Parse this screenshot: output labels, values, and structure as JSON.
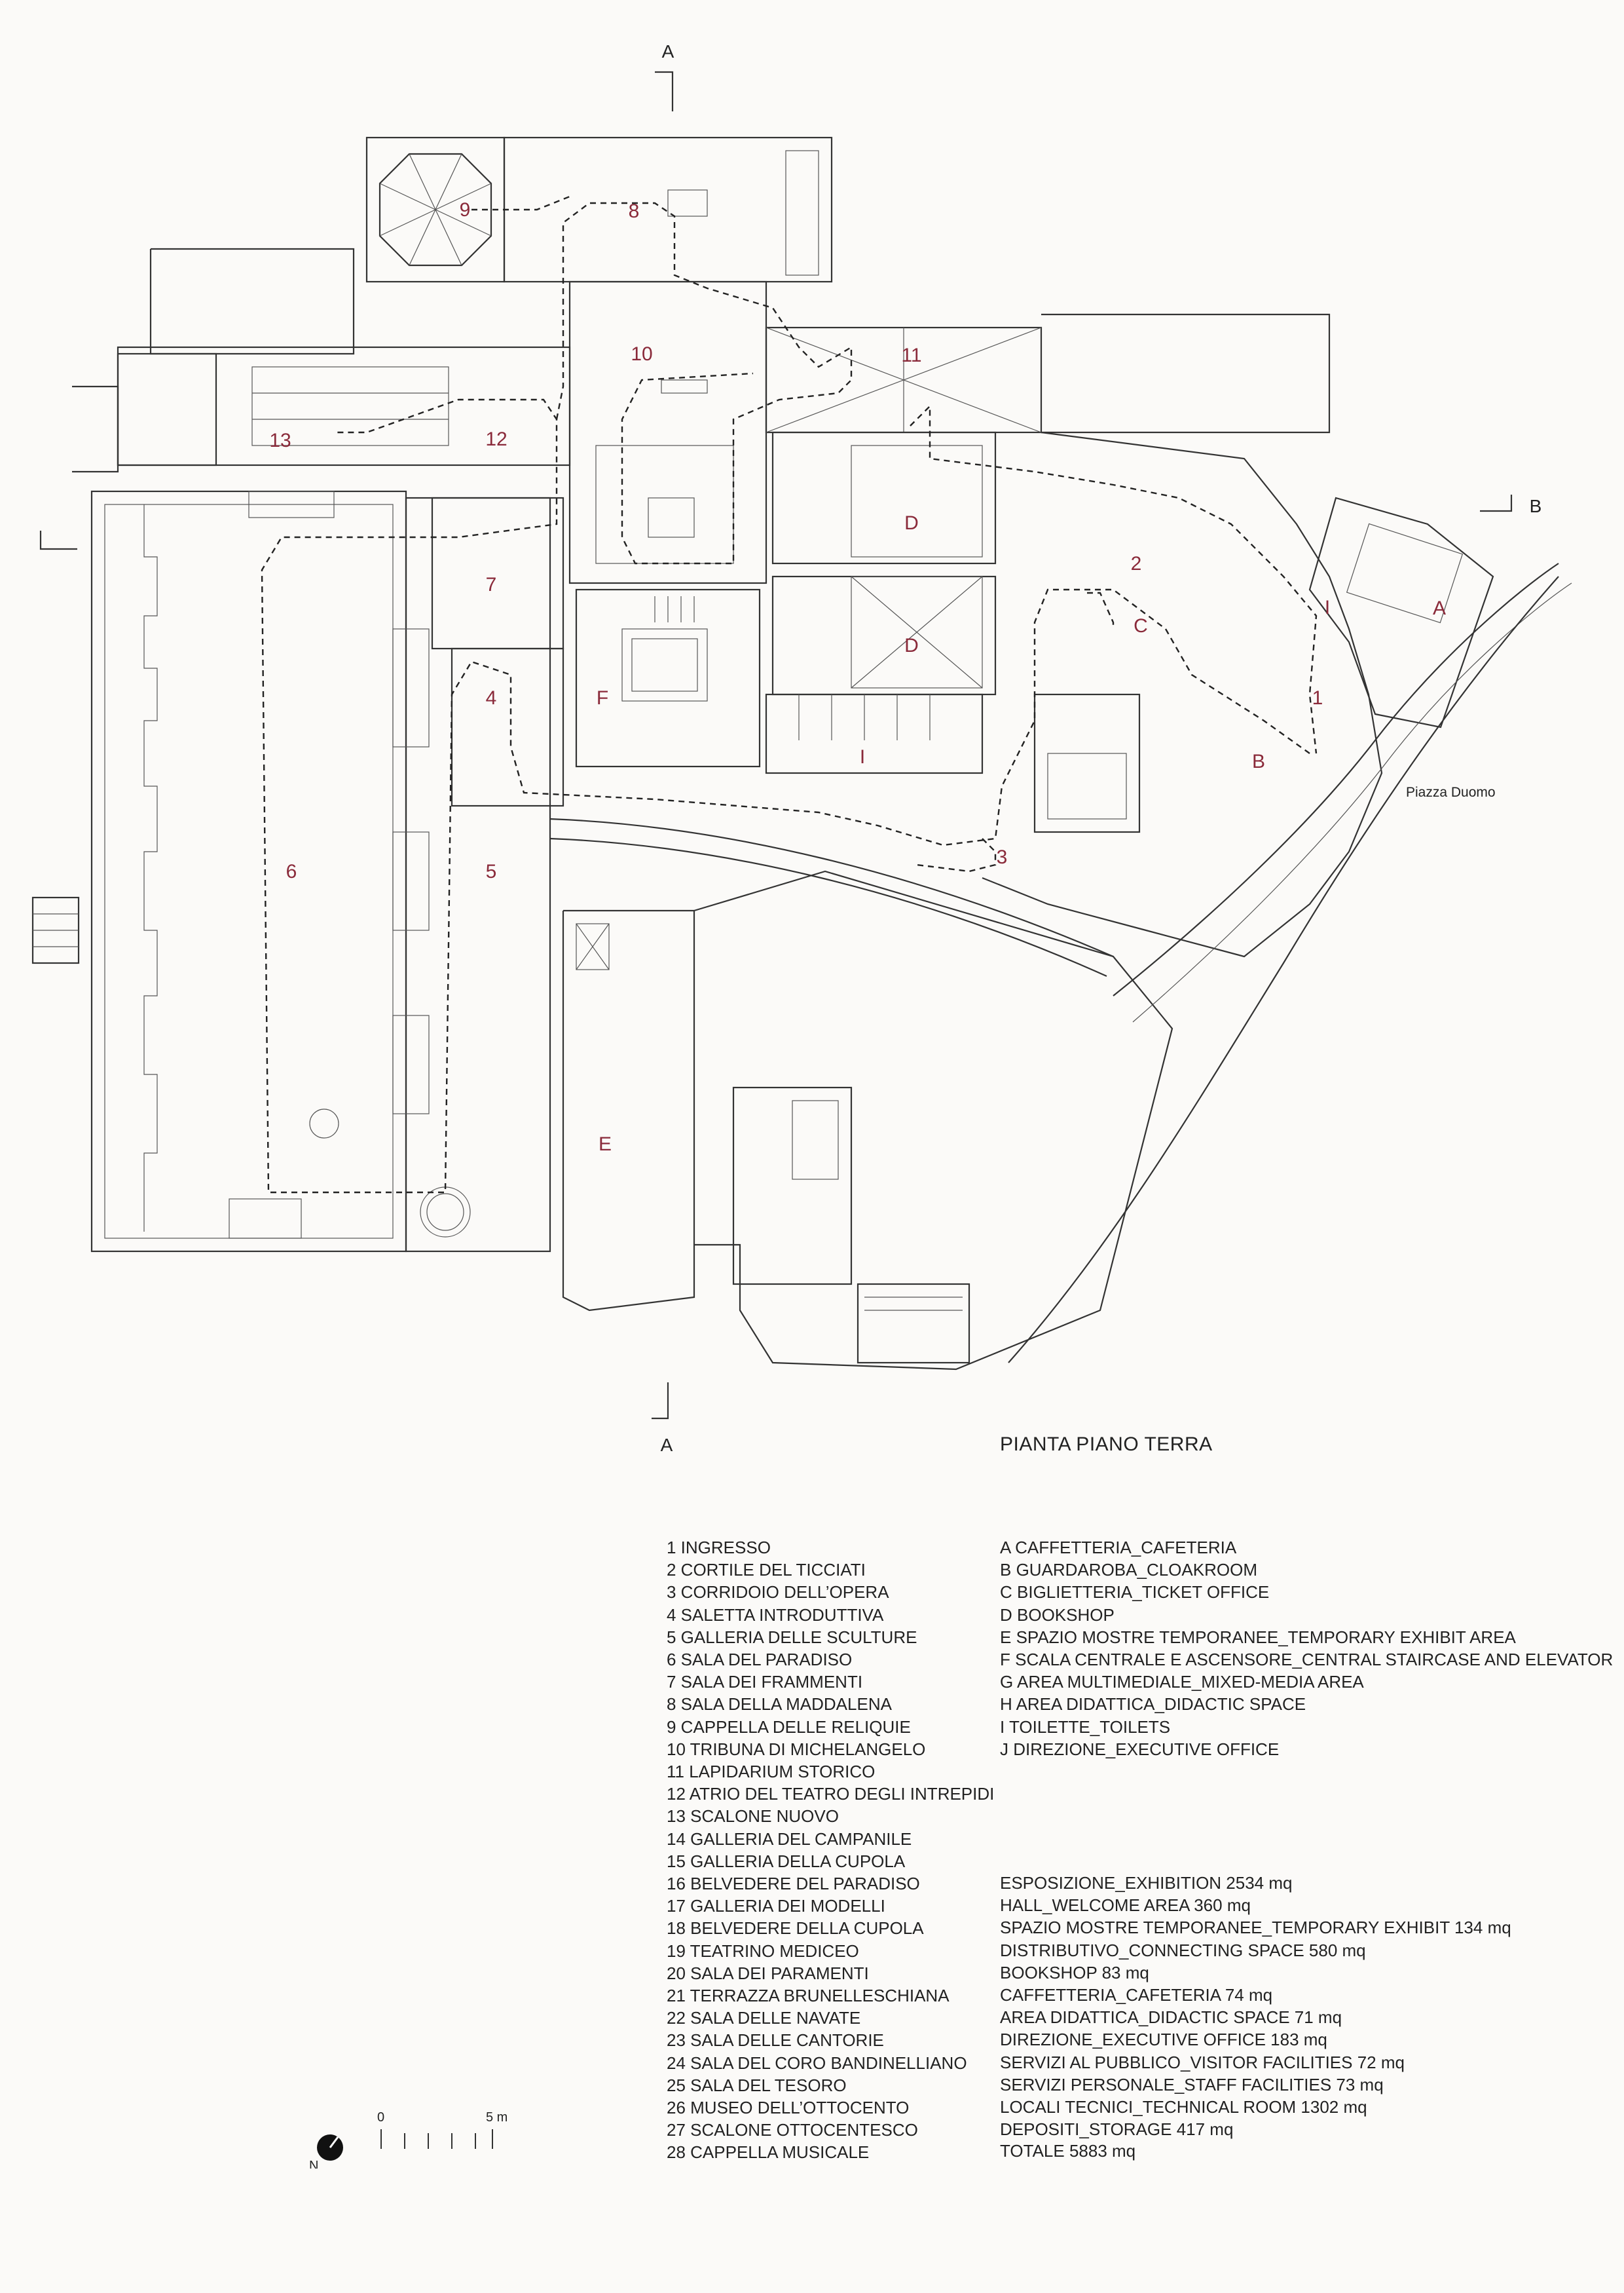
{
  "title": "PIANTA PIANO TERRA",
  "section_markers": {
    "a_top": "A",
    "a_bottom": "A",
    "b": "B"
  },
  "street_label": "Piazza Duomo",
  "plan_labels": {
    "r1": "1",
    "r2": "2",
    "r3": "3",
    "r4": "4",
    "r5": "5",
    "r6": "6",
    "r7": "7",
    "r8": "8",
    "r9": "9",
    "r10": "10",
    "r11": "11",
    "r12": "12",
    "r13": "13",
    "a": "A",
    "b": "B",
    "c": "C",
    "d1": "D",
    "d2": "D",
    "e": "E",
    "f": "F",
    "i1": "I",
    "i2": "I"
  },
  "rooms": [
    "1 INGRESSO",
    "2 CORTILE DEL TICCIATI",
    "3 CORRIDOIO DELL’OPERA",
    "4 SALETTA INTRODUTTIVA",
    "5 GALLERIA DELLE SCULTURE",
    "6 SALA DEL PARADISO",
    "7 SALA DEI FRAMMENTI",
    "8 SALA DELLA MADDALENA",
    "9 CAPPELLA DELLE RELIQUIE",
    "10 TRIBUNA DI MICHELANGELO",
    "11 LAPIDARIUM STORICO",
    "12 ATRIO DEL TEATRO DEGLI INTREPIDI",
    "13 SCALONE NUOVO",
    "14 GALLERIA DEL CAMPANILE",
    "15 GALLERIA DELLA CUPOLA",
    "16 BELVEDERE DEL PARADISO",
    "17 GALLERIA DEI MODELLI",
    "18 BELVEDERE DELLA CUPOLA",
    "19 TEATRINO MEDICEO",
    "20 SALA DEI PARAMENTI",
    "21 TERRAZZA BRUNELLESCHIANA",
    "22 SALA DELLE NAVATE",
    "23 SALA DELLE CANTORIE",
    "24 SALA DEL CORO BANDINELLIANO",
    "25 SALA DEL TESORO",
    "26 MUSEO DELL’OTTOCENTO",
    "27 SCALONE OTTOCENTESCO",
    "28 CAPPELLA MUSICALE"
  ],
  "letters": [
    "A CAFFETTERIA_CAFETERIA",
    "B GUARDAROBA_CLOAKROOM",
    "C BIGLIETTERIA_TICKET OFFICE",
    "D BOOKSHOP",
    "E SPAZIO MOSTRE TEMPORANEE_TEMPORARY EXHIBIT AREA",
    "F SCALA CENTRALE E ASCENSORE_CENTRAL STAIRCASE AND ELEVATOR",
    "G AREA MULTIMEDIALE_MIXED-MEDIA AREA",
    "H AREA DIDATTICA_DIDACTIC SPACE",
    "I TOILETTE_TOILETS",
    "J DIREZIONE_EXECUTIVE OFFICE"
  ],
  "areas": [
    "ESPOSIZIONE_EXHIBITION 2534 mq",
    "HALL_WELCOME AREA 360 mq",
    "SPAZIO MOSTRE TEMPORANEE_TEMPORARY EXHIBIT 134 mq",
    "DISTRIBUTIVO_CONNECTING SPACE 580 mq",
    "BOOKSHOP 83 mq",
    "CAFFETTERIA_CAFETERIA 74 mq",
    "AREA DIDATTICA_DIDACTIC SPACE 71 mq",
    "DIREZIONE_EXECUTIVE OFFICE 183 mq",
    "SERVIZI AL PUBBLICO_VISITOR FACILITIES 72 mq",
    "SERVIZI PERSONALE_STAFF FACILITIES 73 mq",
    "LOCALI TECNICI_TECHNICAL ROOM 1302 mq",
    "DEPOSITI_STORAGE 417 mq"
  ],
  "total": "TOTALE 5883 mq",
  "scale": {
    "start": "0",
    "end": "5 m"
  },
  "north": "N"
}
